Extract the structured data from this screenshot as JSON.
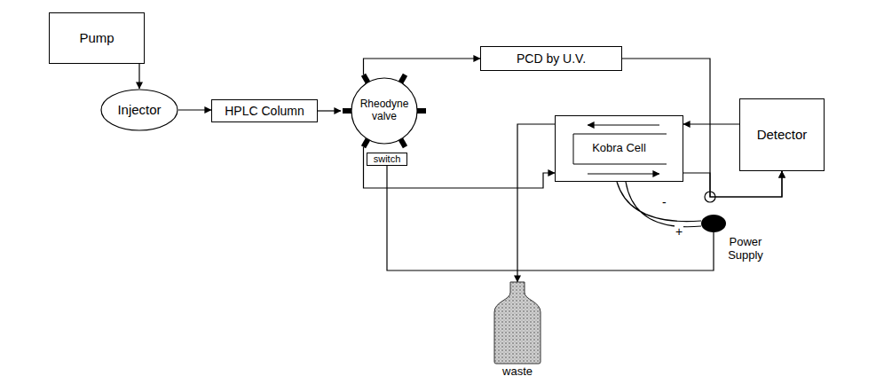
{
  "diagram": {
    "nodes": [
      {
        "text": [
          "Pump"
        ]
      },
      {
        "text": [
          "Injector"
        ]
      },
      {
        "text": [
          "HPLC Column"
        ]
      },
      {
        "text": [
          "Rheodyne valve"
        ]
      },
      {
        "text": [
          "switch"
        ]
      },
      {
        "text": [
          "PCD by U.V."
        ]
      },
      {
        "text": [
          "Kobra Cell"
        ]
      },
      {
        "text": [
          "Detector"
        ]
      },
      {
        "text": [
          "Power Supply"
        ]
      },
      {
        "text": [
          "waste"
        ]
      }
    ],
    "edges": [
      {
        "from": 0,
        "to": 1,
        "arrow": "to"
      },
      {
        "from": 1,
        "to": 2,
        "arrow": "to"
      },
      {
        "from": 2,
        "to": 3,
        "arrow": "to"
      },
      {
        "from": 3,
        "to": 5,
        "arrow": "to"
      },
      {
        "from": 5,
        "to": 7,
        "arrow": "to"
      },
      {
        "from": 3,
        "to": 6,
        "arrow": "to"
      },
      {
        "from": 6,
        "to": 7,
        "arrow": "to"
      },
      {
        "from": 7,
        "to": 6,
        "arrow": "to"
      },
      {
        "from": 6,
        "to": 9,
        "arrow": "to"
      },
      {
        "from": 4,
        "to": 8,
        "arrow": "none"
      },
      {
        "from": 6,
        "to": 8,
        "arrow": "none"
      }
    ],
    "labels": [
      "-",
      "+"
    ]
  }
}
